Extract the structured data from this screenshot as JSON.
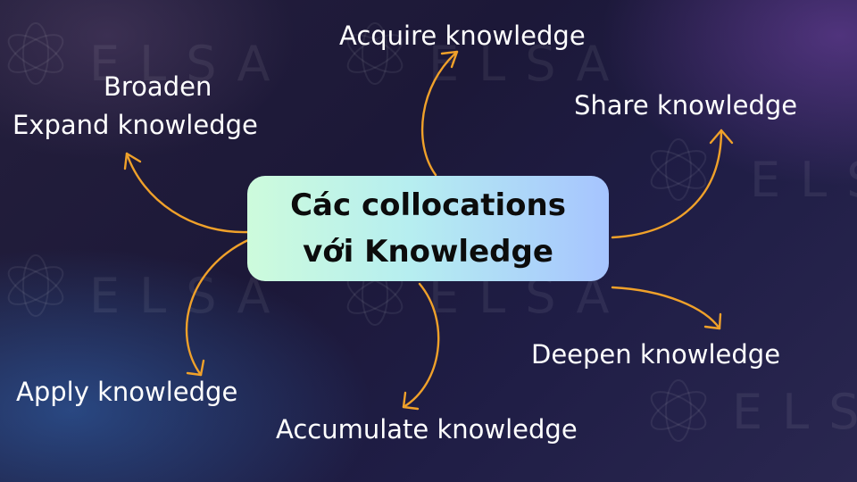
{
  "center": {
    "title": "Các collocations\nvới Knowledge"
  },
  "branches": {
    "acquire": "Acquire knowledge",
    "share": "Share knowledge",
    "broaden_line1": "Broaden",
    "broaden_line2": "Expand knowledge",
    "deepen": "Deepen knowledge",
    "apply": "Apply knowledge",
    "accumulate": "Accumulate knowledge"
  },
  "watermark": {
    "text": "ELSA"
  },
  "colors": {
    "arrow": "#f0a12a",
    "label": "#ffffff",
    "box_gradient_start": "#cdfbdc",
    "box_gradient_end": "#a6c4ff"
  }
}
